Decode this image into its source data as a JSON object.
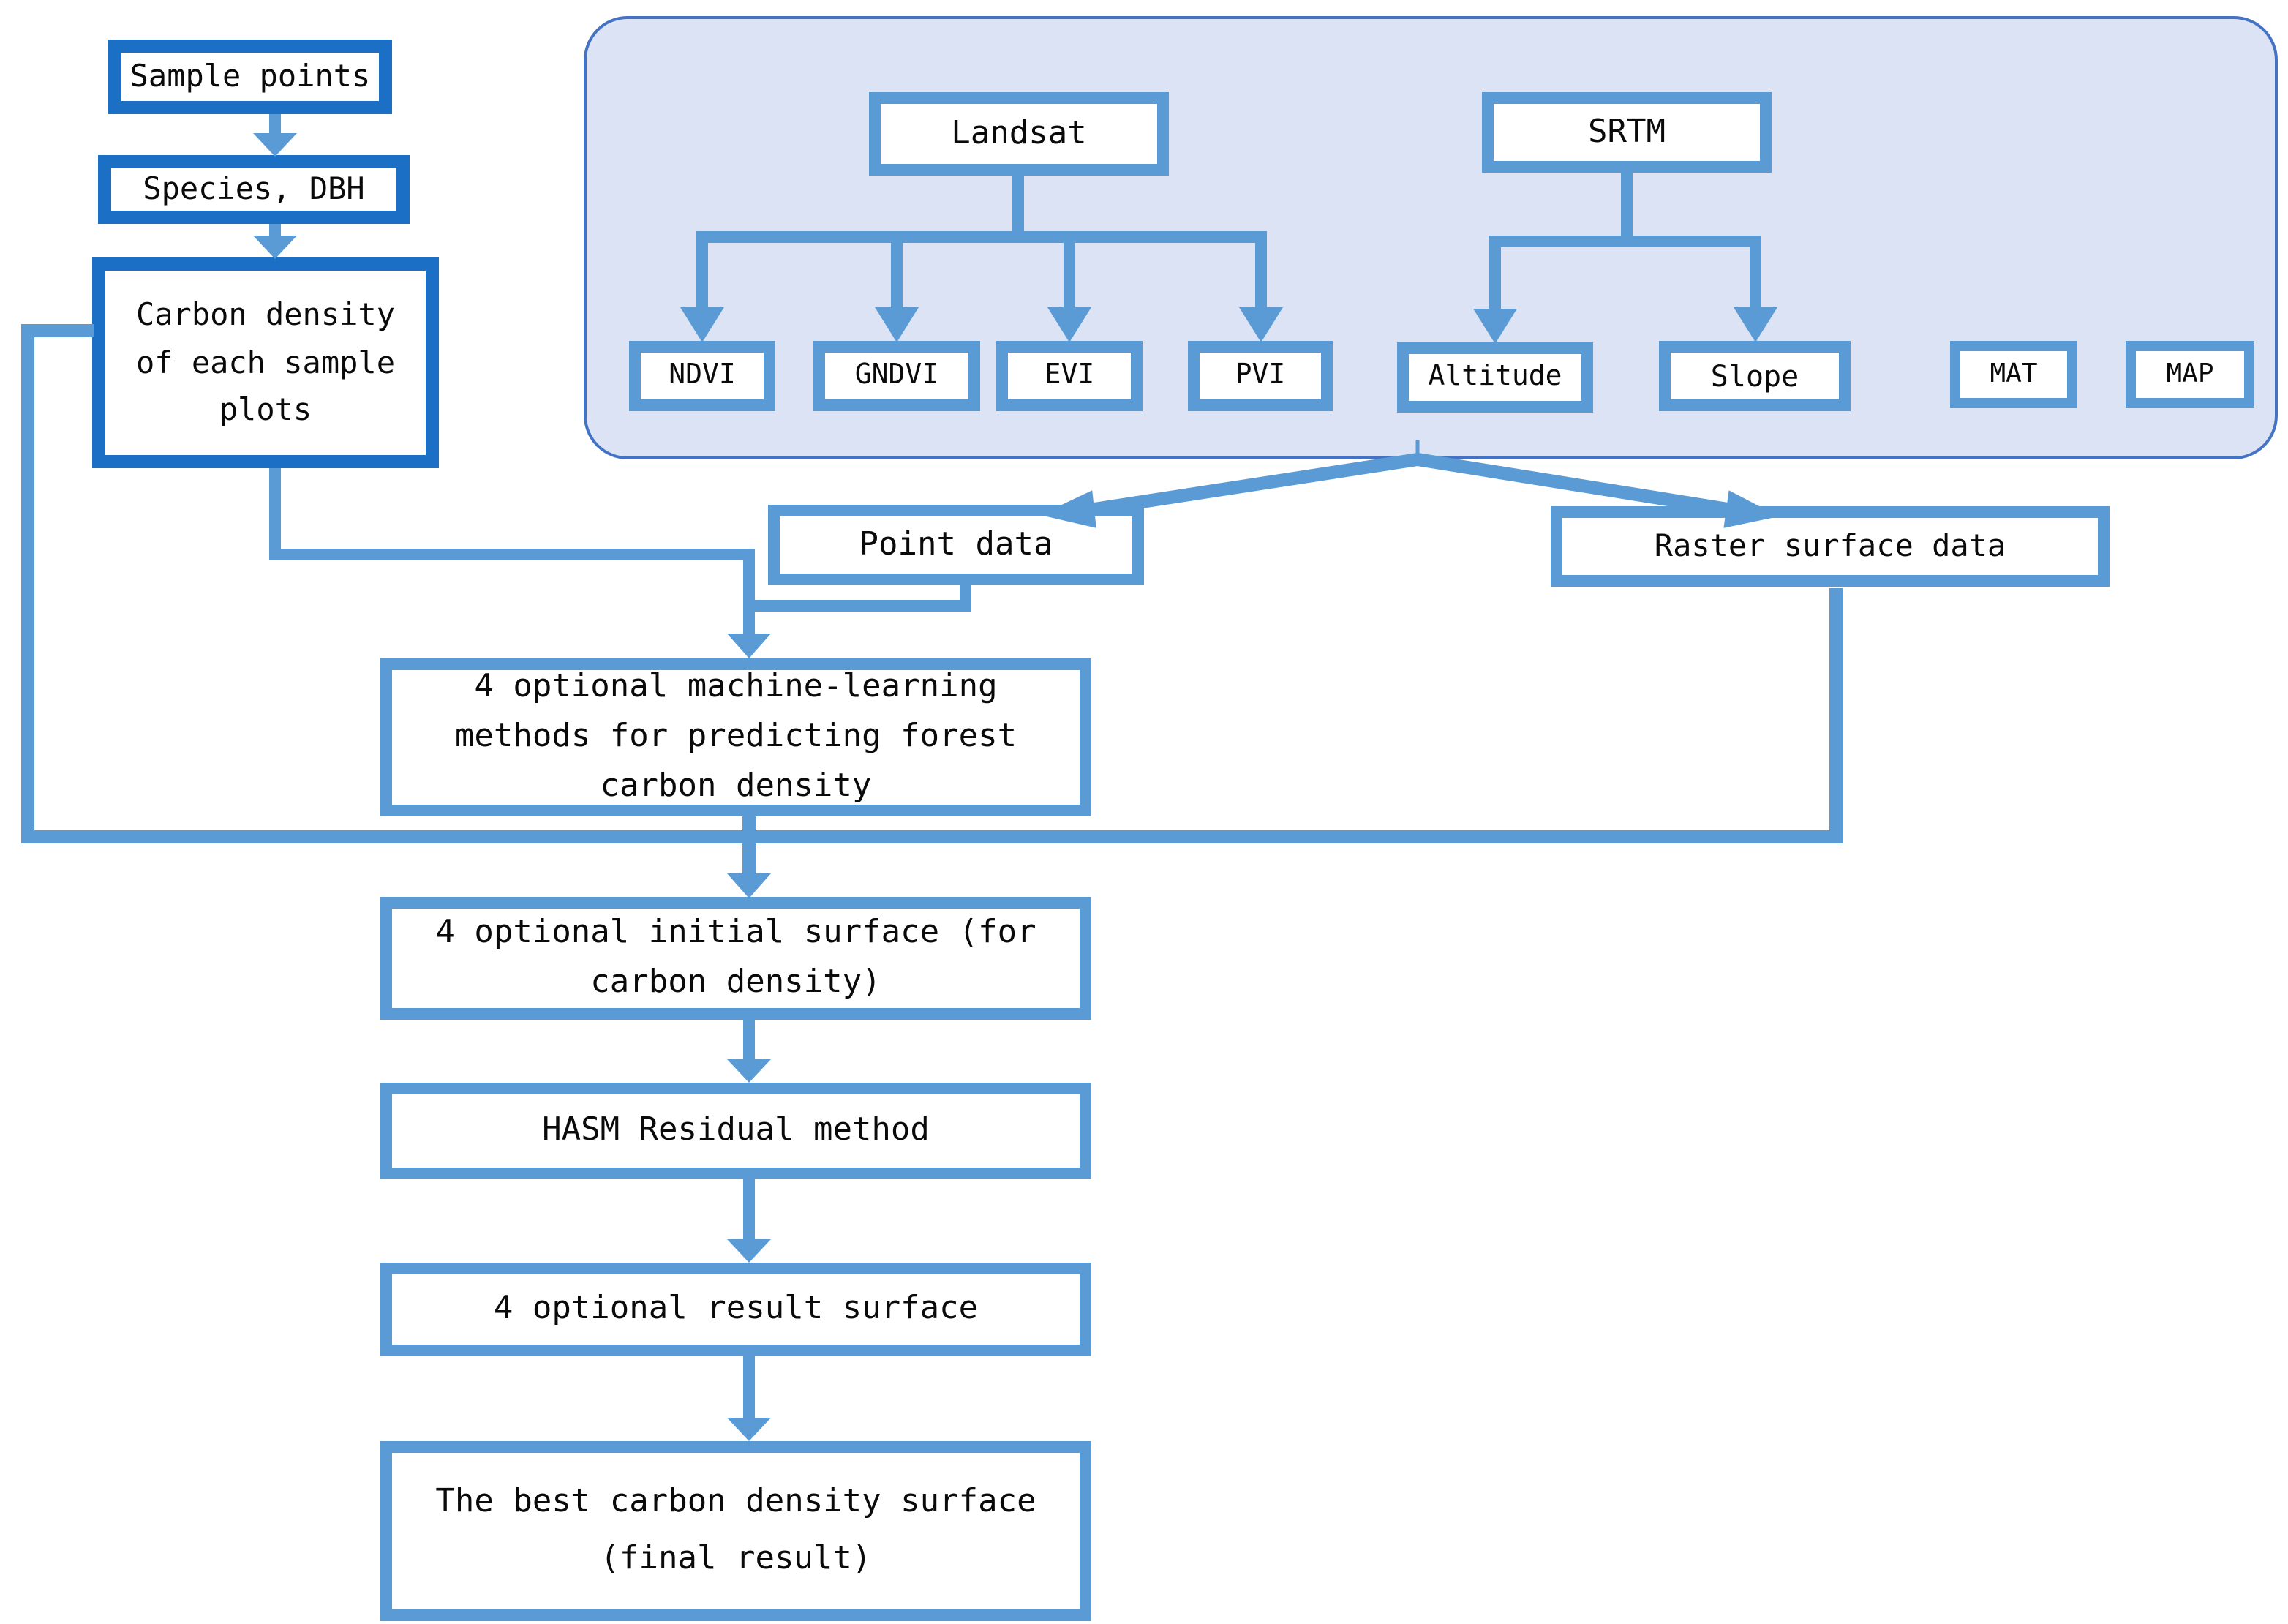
{
  "nodes": {
    "sample_points": "Sample points",
    "species_dbh": "Species, DBH",
    "carbon_density": "Carbon density\nof each sample\nplots",
    "landsat": "Landsat",
    "srtm": "SRTM",
    "ndvi": "NDVI",
    "gndvi": "GNDVI",
    "evi": "EVI",
    "pvi": "PVI",
    "altitude": "Altitude",
    "slope": "Slope",
    "mat": "MAT",
    "map": "MAP",
    "point_data": "Point data",
    "raster_surface_data": "Raster surface data",
    "ml_methods": "4 optional machine-learning\nmethods for predicting forest\ncarbon density",
    "initial_surface": "4 optional initial surface (for\ncarbon density)",
    "hasm": "HASM Residual method",
    "result_surface": "4 optional result surface",
    "best_surface": "The best carbon density surface\n(final result)"
  },
  "colors": {
    "node_border": "#5b9bd5",
    "dark_node_border": "#1b6fc4",
    "connector": "#5b9bd5",
    "container_fill": "#dbe3f4",
    "container_border": "#4472c4",
    "text": "#0a0a0a",
    "background": "#ffffff"
  }
}
